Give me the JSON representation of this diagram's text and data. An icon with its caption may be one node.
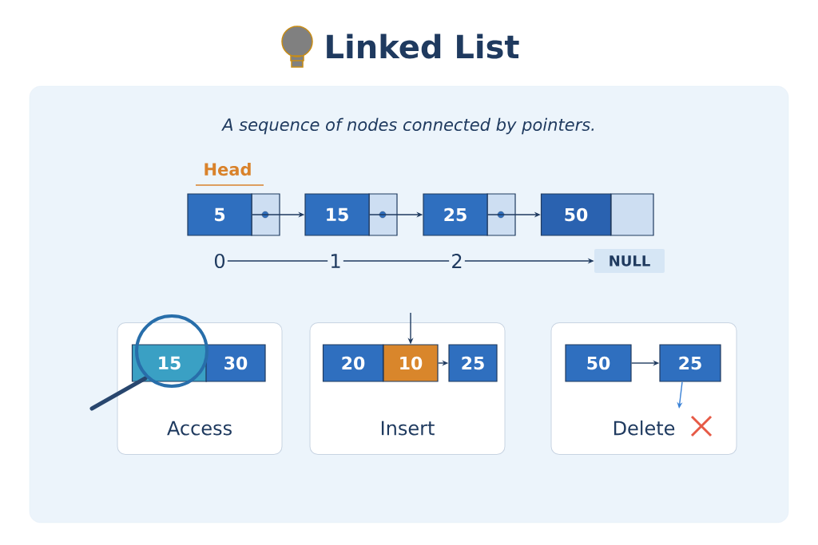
{
  "diagram": {
    "title": "Linked List",
    "nodes": [
      {
        "text": [
          "5"
        ],
        "beside": [
          "Head"
        ]
      },
      {
        "text": [
          "15"
        ]
      },
      {
        "text": [
          "25"
        ]
      },
      {
        "text": [
          "50"
        ]
      },
      {
        "text": [
          "0"
        ]
      },
      {
        "text": [
          "1"
        ]
      },
      {
        "text": [
          "2"
        ]
      },
      {
        "text": [
          "NULL"
        ]
      },
      {
        "text": [
          "Access"
        ]
      },
      {
        "text": [
          "15"
        ],
        "in": 8
      },
      {
        "text": [
          "30"
        ],
        "in": 8
      },
      {
        "text": [
          "Insert"
        ]
      },
      {
        "text": [
          "20"
        ],
        "in": 11
      },
      {
        "text": [
          "10"
        ],
        "in": 11
      },
      {
        "text": [
          "25"
        ],
        "in": 11
      },
      {
        "text": [
          "Delete"
        ]
      },
      {
        "text": [
          "50"
        ],
        "in": 15
      },
      {
        "text": [
          "25"
        ],
        "in": 15
      }
    ],
    "edges": [
      {
        "from": 0,
        "to": 1,
        "arrow": "to"
      },
      {
        "from": 1,
        "to": 2,
        "arrow": "to"
      },
      {
        "from": 2,
        "to": 3,
        "arrow": "to"
      },
      {
        "from": 4,
        "to": 5,
        "arrow": "none"
      },
      {
        "from": 5,
        "to": 6,
        "arrow": "none"
      },
      {
        "from": 6,
        "to": 7,
        "arrow": "to"
      },
      {
        "from": null,
        "to": 13,
        "arrow": "to"
      },
      {
        "from": 13,
        "to": 14,
        "arrow": "to"
      },
      {
        "from": 16,
        "to": 17,
        "arrow": "to"
      },
      {
        "from": 17,
        "to": null,
        "arrow": "to",
        "color": "#3b82d6"
      }
    ],
    "labels": [
      "A sequence of nodes connected by pointers."
    ]
  }
}
